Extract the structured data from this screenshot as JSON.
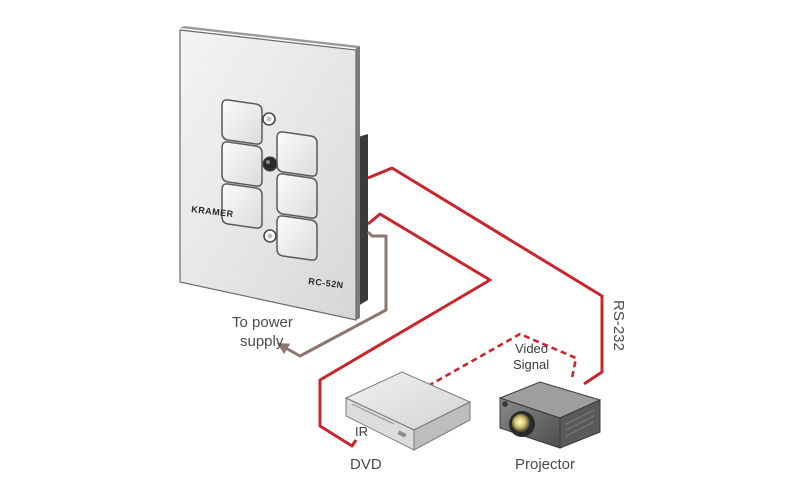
{
  "panel": {
    "brand": "KRAMER",
    "model": "RC-52N"
  },
  "labels": {
    "power": [
      "To power",
      "supply"
    ],
    "video_signal": [
      "Video",
      "Signal"
    ],
    "rs232": "RS-232",
    "ir": "IR",
    "dvd": "DVD",
    "projector": "Projector"
  },
  "colors": {
    "cable_red": "#c8262f",
    "power_cable": "#8c7670",
    "panel_face": "#e9e9e9",
    "panel_edge": "#5a5a5a"
  }
}
